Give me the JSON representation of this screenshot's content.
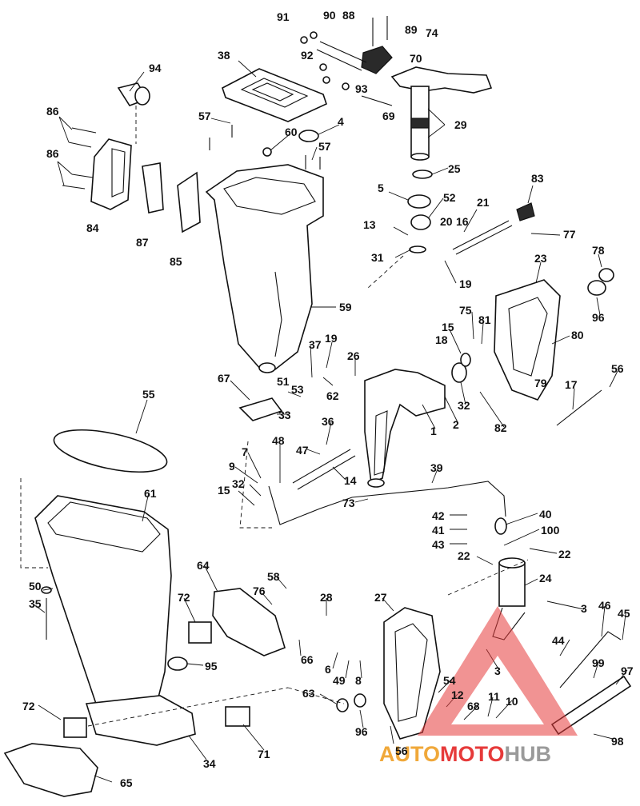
{
  "callouts": [
    "91",
    "90",
    "88",
    "89",
    "74",
    "92",
    "70",
    "93",
    "69",
    "94",
    "38",
    "29",
    "86",
    "57",
    "60",
    "4",
    "57",
    "25",
    "86",
    "5",
    "52",
    "83",
    "84",
    "87",
    "85",
    "13",
    "21",
    "77",
    "31",
    "20",
    "16",
    "19",
    "78",
    "23",
    "59",
    "96",
    "75",
    "15",
    "81",
    "18",
    "80",
    "37",
    "19",
    "26",
    "56",
    "79",
    "67",
    "51",
    "62",
    "17",
    "53",
    "32",
    "82",
    "55",
    "33",
    "1",
    "2",
    "36",
    "48",
    "47",
    "7",
    "9",
    "14",
    "39",
    "32",
    "15",
    "73",
    "42",
    "40",
    "41",
    "100",
    "43",
    "22",
    "22",
    "61",
    "64",
    "58",
    "24",
    "50",
    "76",
    "28",
    "27",
    "46",
    "35",
    "72",
    "3",
    "45",
    "44",
    "66",
    "99",
    "3",
    "95",
    "97",
    "54",
    "12",
    "6",
    "49",
    "8",
    "63",
    "11",
    "10",
    "68",
    "72",
    "96",
    "56",
    "98",
    "71",
    "34",
    "65"
  ],
  "watermark": {
    "part1": "AUTO",
    "part2": "MOTO",
    "part3": "HUB",
    "colors": {
      "auto": "#f0a83a",
      "moto": "#e63a3a",
      "hub": "#9a9a9a",
      "triangle": "#e63a3a"
    }
  }
}
